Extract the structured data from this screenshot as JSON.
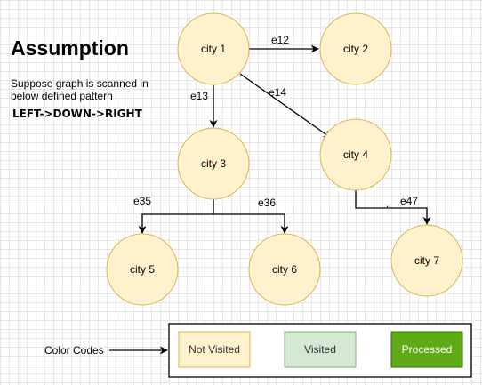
{
  "title": "Assumption",
  "description": [
    "Suppose graph is scanned in",
    "below defined pattern"
  ],
  "pattern": "LEFT->DOWN->RIGHT",
  "colors": {
    "node_fill": "#fff2cc",
    "node_stroke": "#d6b656",
    "visited_fill": "#d5e8d4",
    "visited_stroke": "#82b366",
    "processed_fill": "#60a917",
    "processed_stroke": "#2d7600",
    "edge": "#000000"
  },
  "nodes": [
    {
      "id": "n1",
      "label": "city 1"
    },
    {
      "id": "n2",
      "label": "city 2"
    },
    {
      "id": "n3",
      "label": "city 3"
    },
    {
      "id": "n4",
      "label": "city 4"
    },
    {
      "id": "n5",
      "label": "city 5"
    },
    {
      "id": "n6",
      "label": "city 6"
    },
    {
      "id": "n7",
      "label": "city 7"
    }
  ],
  "edges": [
    {
      "from": "n1",
      "to": "n2",
      "label": "e12"
    },
    {
      "from": "n1",
      "to": "n3",
      "label": "e13"
    },
    {
      "from": "n1",
      "to": "n4",
      "label": "e14"
    },
    {
      "from": "n3",
      "to": "n5",
      "label": "e35"
    },
    {
      "from": "n3",
      "to": "n6",
      "label": "e36"
    },
    {
      "from": "n4",
      "to": "n7",
      "label": "e47"
    }
  ],
  "edge_marks": [
    "."
  ],
  "legend": {
    "label": "Color Codes",
    "items": [
      {
        "label": "Not Visited",
        "fill": "#fff2cc",
        "stroke": "#d6b656",
        "text_color": "#333333"
      },
      {
        "label": "Visited",
        "fill": "#d5e8d4",
        "stroke": "#82b366",
        "text_color": "#333333"
      },
      {
        "label": "Processed",
        "fill": "#60a917",
        "stroke": "#2d7600",
        "text_color": "#ffffff"
      }
    ]
  }
}
